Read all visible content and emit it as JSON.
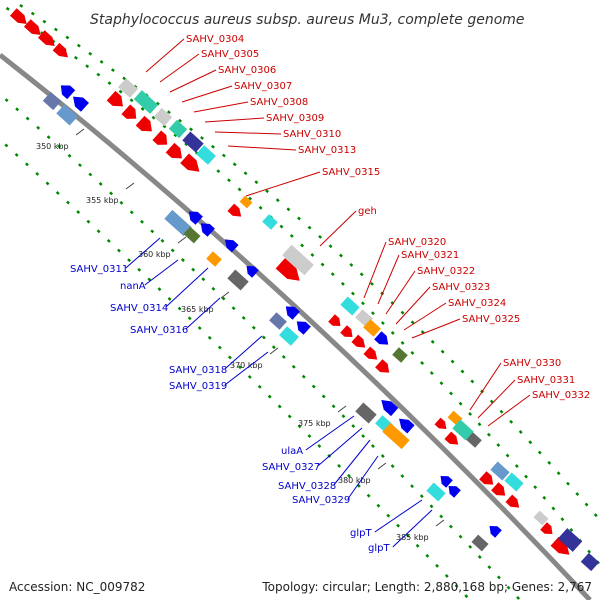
{
  "title": "Staphylococcus aureus subsp. aureus Mu3, complete genome",
  "footer": {
    "accession": "Accession: NC_009782",
    "topology": "Topology: circular; Length: 2,880,168 bp; Genes: 2,767"
  },
  "colors": {
    "backbone": "#888888",
    "forward_label": "#cc0000",
    "reverse_label": "#0000cc",
    "guide": "#008800",
    "red": "#ee0000",
    "blue": "#0000ee",
    "orange": "#ff9900",
    "cyan": "#33dddd",
    "teal": "#33ccaa",
    "gray": "#cccccc",
    "darkgray": "#666666",
    "slate": "#6677aa",
    "navy": "#333399",
    "olive": "#557733",
    "steel": "#6699cc"
  },
  "ticks": [
    "350 kbp",
    "355 kbp",
    "360 kbp",
    "365 kbp",
    "370 kbp",
    "375 kbp",
    "380 kbp",
    "385 kbp"
  ],
  "forward_labels": [
    "SAHV_0304",
    "SAHV_0305",
    "SAHV_0306",
    "SAHV_0307",
    "SAHV_0308",
    "SAHV_0309",
    "SAHV_0310",
    "SAHV_0313",
    "SAHV_0315",
    "geh",
    "SAHV_0320",
    "SAHV_0321",
    "SAHV_0322",
    "SAHV_0323",
    "SAHV_0324",
    "SAHV_0325",
    "SAHV_0330",
    "SAHV_0331",
    "SAHV_0332"
  ],
  "reverse_labels": [
    "SAHV_0311",
    "nanA",
    "SAHV_0314",
    "SAHV_0316",
    "SAHV_0318",
    "SAHV_0319",
    "ulaA",
    "SAHV_0327",
    "SAHV_0328",
    "SAHV_0329",
    "glpT",
    "glpT"
  ]
}
